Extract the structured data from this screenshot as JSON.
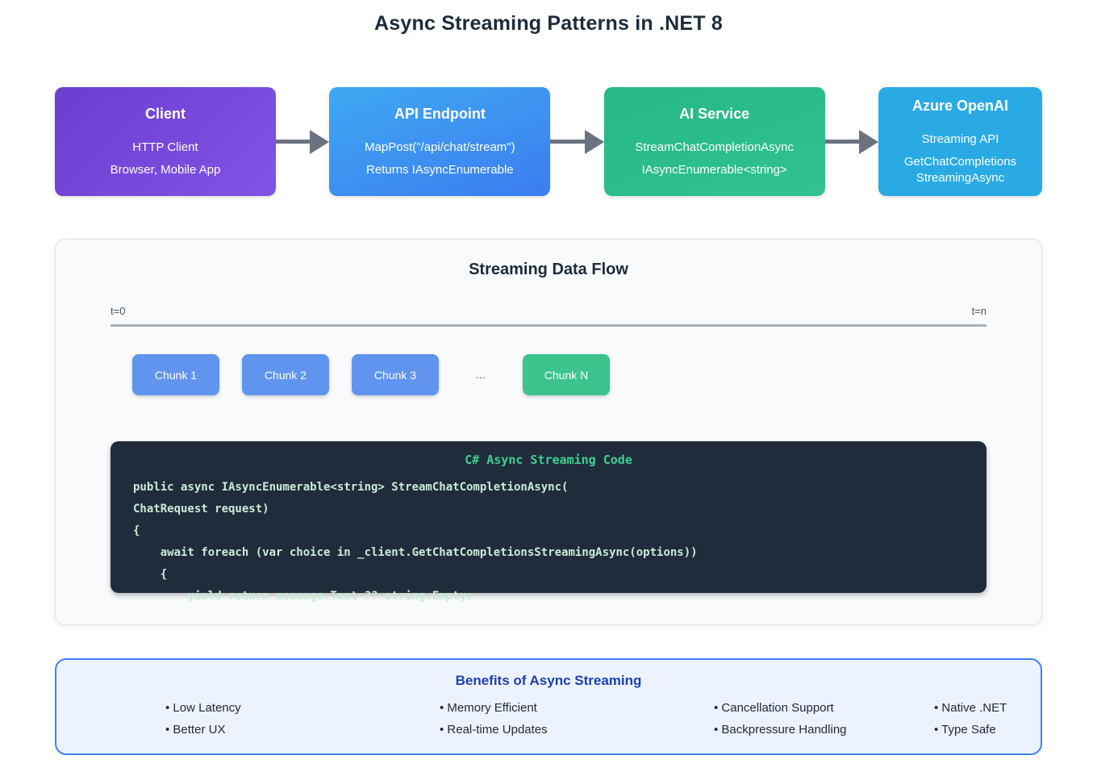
{
  "title": "Async Streaming Patterns in .NET 8",
  "pipeline": {
    "nodes": [
      {
        "title": "Client",
        "line1": "HTTP Client",
        "line2": "Browser, Mobile App"
      },
      {
        "title": "API Endpoint",
        "line1": "MapPost(\"/api/chat/stream\")",
        "line2": "Returns IAsyncEnumerable"
      },
      {
        "title": "AI Service",
        "line1": "StreamChatCompletionAsync",
        "line2": "IAsyncEnumerable<string>"
      },
      {
        "title": "Azure OpenAI",
        "line1": "Streaming API",
        "line2": "GetChatCompletions StreamingAsync"
      }
    ]
  },
  "flow": {
    "title": "Streaming Data Flow",
    "timeline_start": "t=0",
    "timeline_end": "t=n",
    "chunks": [
      "Chunk 1",
      "Chunk 2",
      "Chunk 3"
    ],
    "ellipsis": "...",
    "final_chunk": "Chunk N",
    "code": {
      "header": "C# Async Streaming Code",
      "lines": [
        "public async IAsyncEnumerable<string> StreamChatCompletionAsync(",
        "ChatRequest request)",
        "{",
        "    await foreach (var choice in _client.GetChatCompletionsStreamingAsync(options))",
        "    {",
        "        yield return message.Text ?? string.Empty;"
      ]
    }
  },
  "benefits": {
    "title": "Benefits of Async Streaming",
    "columns": [
      {
        "items": [
          "• Low Latency",
          "• Better UX"
        ]
      },
      {
        "items": [
          "• Memory Efficient",
          "• Real-time Updates"
        ]
      },
      {
        "items": [
          "• Cancellation Support",
          "• Backpressure Handling"
        ]
      },
      {
        "items": [
          "• Native .NET",
          "• Type Safe"
        ]
      }
    ]
  },
  "colors": {
    "client_gradient_start": "#6a3ecf",
    "client_gradient_end": "#8254e6",
    "api_gradient_start": "#3fa9f2",
    "api_gradient_end": "#3c7cf0",
    "service_gradient_start": "#25b785",
    "service_gradient_end": "#30c292",
    "azure_blue": "#29aae4",
    "arrow_gray": "#6b7280",
    "chunk_blue": "#6094ee",
    "chunk_green": "#3dc38e",
    "code_background": "#202c3c",
    "code_header_green": "#3ed08f",
    "code_text_mint": "#c9ecd6",
    "benefits_border_blue": "#3b82f6",
    "benefits_background": "#edf3fe",
    "benefits_title_blue": "#1d3fae"
  }
}
